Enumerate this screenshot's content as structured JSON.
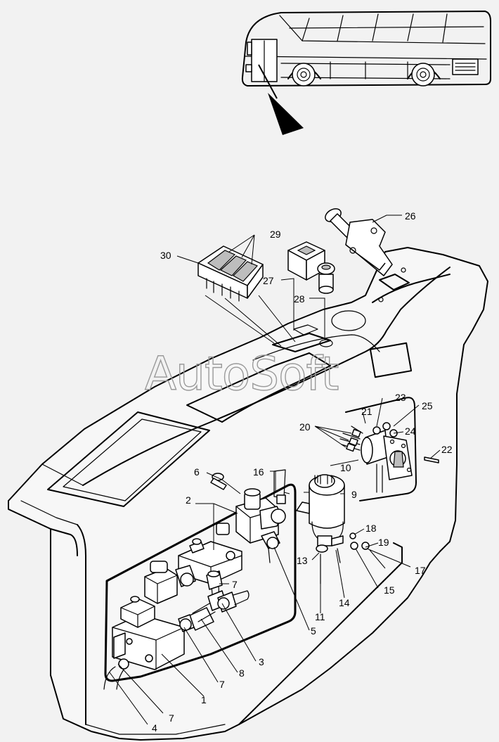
{
  "watermark": "AutoSoft",
  "callouts": [
    {
      "id": "c1",
      "label": "1"
    },
    {
      "id": "c2",
      "label": "2"
    },
    {
      "id": "c3",
      "label": "3"
    },
    {
      "id": "c4",
      "label": "4"
    },
    {
      "id": "c5",
      "label": "5"
    },
    {
      "id": "c6",
      "label": "6"
    },
    {
      "id": "c7a",
      "label": "7"
    },
    {
      "id": "c7b",
      "label": "7"
    },
    {
      "id": "c7c",
      "label": "7"
    },
    {
      "id": "c8",
      "label": "8"
    },
    {
      "id": "c9",
      "label": "9"
    },
    {
      "id": "c10",
      "label": "10"
    },
    {
      "id": "c11",
      "label": "11"
    },
    {
      "id": "c13",
      "label": "13"
    },
    {
      "id": "c14",
      "label": "14"
    },
    {
      "id": "c15",
      "label": "15"
    },
    {
      "id": "c16",
      "label": "16"
    },
    {
      "id": "c17",
      "label": "17"
    },
    {
      "id": "c18",
      "label": "18"
    },
    {
      "id": "c19",
      "label": "19"
    },
    {
      "id": "c20",
      "label": "20"
    },
    {
      "id": "c21",
      "label": "21"
    },
    {
      "id": "c22",
      "label": "22"
    },
    {
      "id": "c23",
      "label": "23"
    },
    {
      "id": "c24",
      "label": "24"
    },
    {
      "id": "c25",
      "label": "25"
    },
    {
      "id": "c26",
      "label": "26"
    },
    {
      "id": "c27",
      "label": "27"
    },
    {
      "id": "c28",
      "label": "28"
    },
    {
      "id": "c29",
      "label": "29"
    },
    {
      "id": "c30",
      "label": "30"
    }
  ]
}
